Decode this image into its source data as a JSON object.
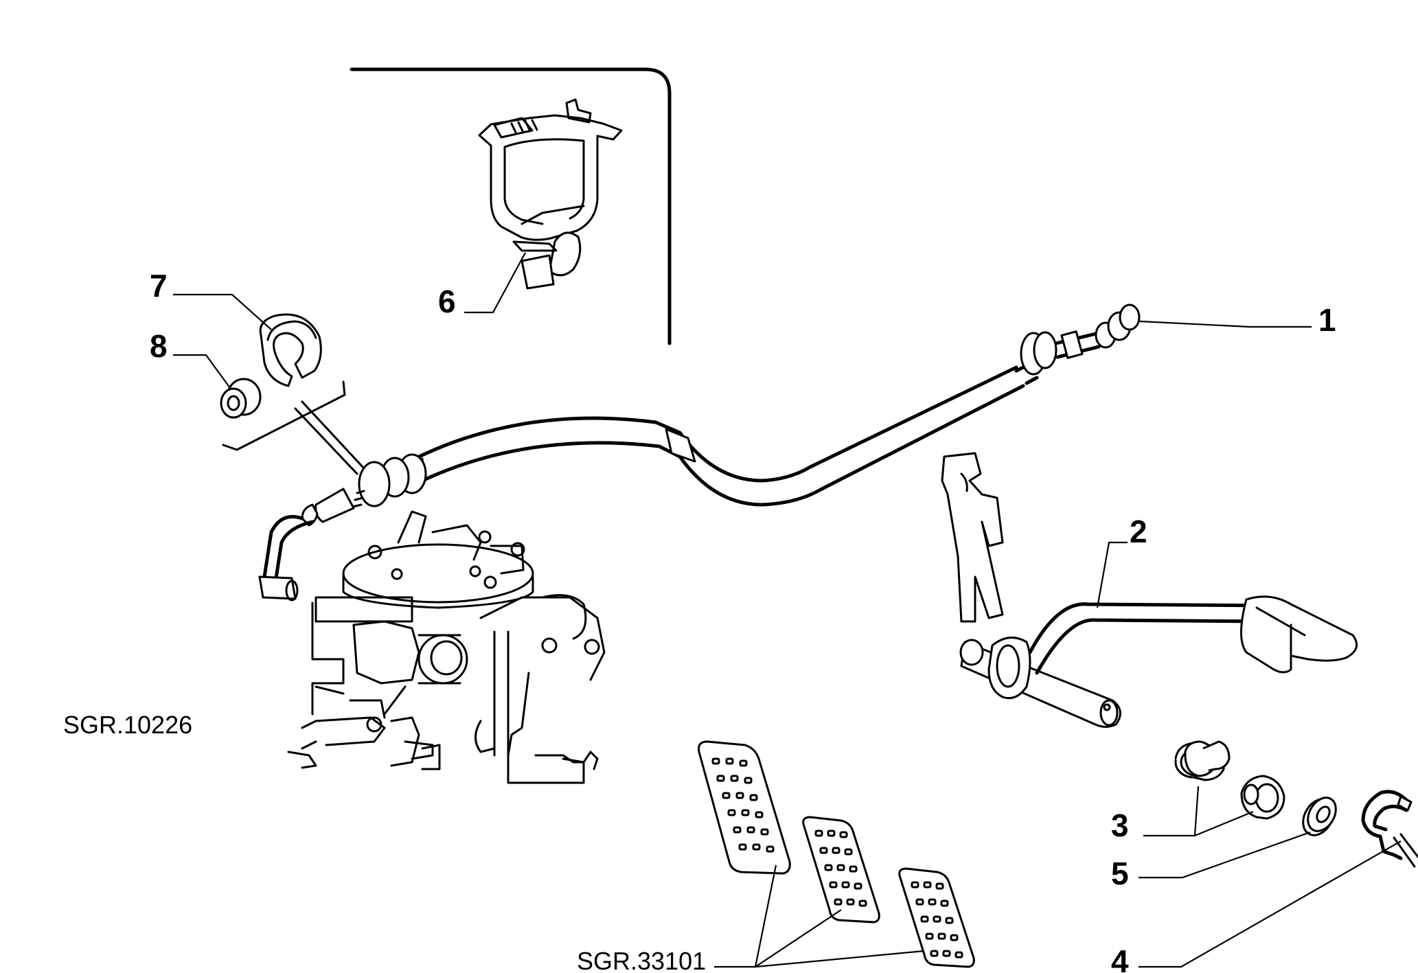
{
  "references": {
    "left": "SGR.10226",
    "bottom": "SGR.33101"
  },
  "callouts": {
    "c1": "1",
    "c2": "2",
    "c3": "3",
    "c4": "4",
    "c5": "5",
    "c6": "6",
    "c7": "7",
    "c8": "8"
  },
  "parts": [
    "accelerator cable",
    "accelerator pedal",
    "bushes",
    "clip",
    "washer",
    "cable clamp",
    "retaining clip",
    "grommet",
    "pedal pads"
  ]
}
